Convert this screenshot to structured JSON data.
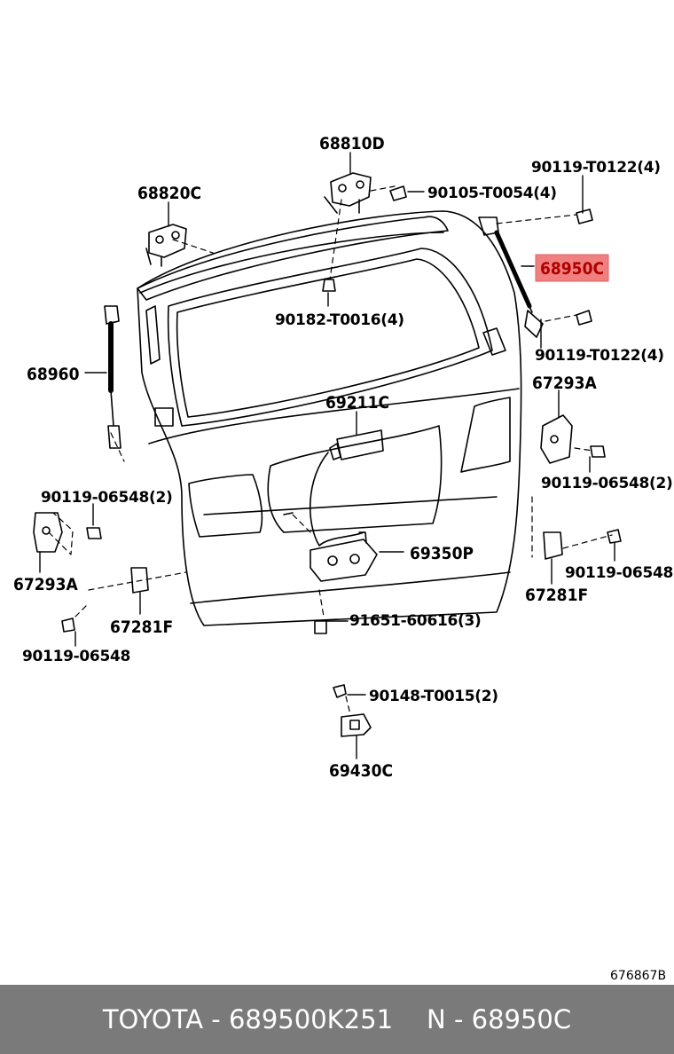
{
  "callouts": {
    "c68810D": "68810D",
    "c68820C": "68820C",
    "c90119_T0122_top": "90119-T0122(4)",
    "c90105_T0054": "90105-T0054(4)",
    "c68950C": "68950C",
    "c90182_T0016": "90182-T0016(4)",
    "c68960": "68960",
    "c90119_T0122_bot": "90119-T0122(4)",
    "c67293A_right": "67293A",
    "c69211C": "69211C",
    "c90119_06548_left": "90119-06548(2)",
    "c90119_06548_right": "90119-06548(2)",
    "c67293A_left": "67293A",
    "c69350P": "69350P",
    "c90119_06548_r2": "90119-06548",
    "c67281F_left": "67281F",
    "c67281F_right": "67281F",
    "c91651_60616": "91651-60616(3)",
    "c90119_06548_l2": "90119-06548",
    "c90148_T0015": "90148-T0015(2)",
    "c69430C": "69430C"
  },
  "highlight": {
    "color": "#f08080",
    "text_color": "#b00000",
    "part": "68950C"
  },
  "drawing_ref": "676867B",
  "footer": {
    "brand_part": "TOYOTA - 689500K251",
    "number": "N - 68950C",
    "background": "#7a7a7a"
  }
}
